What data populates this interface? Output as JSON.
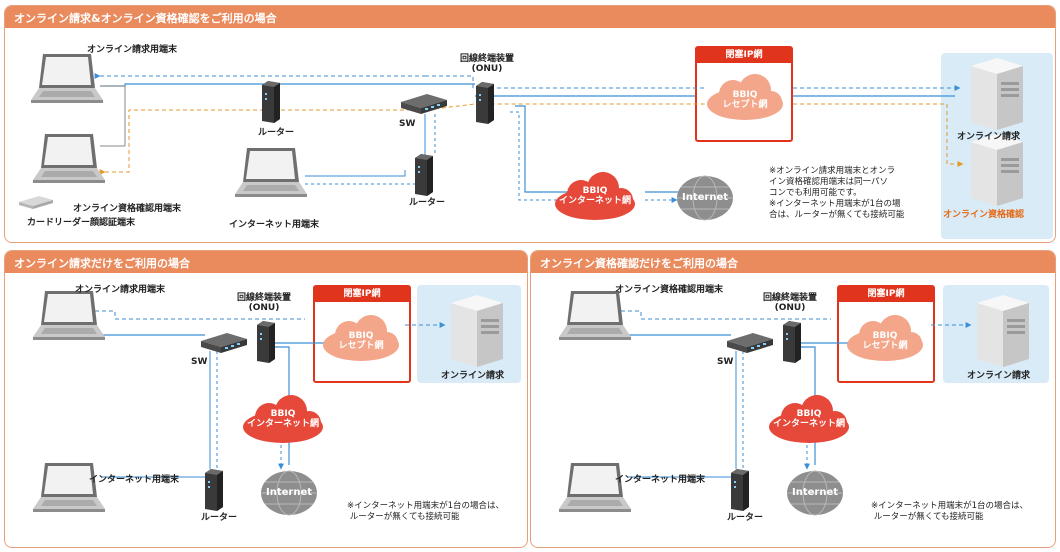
{
  "colors": {
    "header": "#ea8b5e",
    "closed_net": "#e0341c",
    "cloud_red": "#e6483a",
    "cloud_peach": "#f3a68a",
    "line_blue": "#3b8fd6",
    "line_orange": "#e59a2c",
    "server_bg": "#d8ebf7"
  },
  "top": {
    "title": "オンライン請求&オンライン資格確認をご利用の場合",
    "online_claim_terminal": "オンライン請求用端末",
    "qualification_terminal": "オンライン資格確認用端末",
    "card_reader": "カードリーダー顔認証端末",
    "router_label": "ルーター",
    "router2_label": "ルーター",
    "sw_label": "SW",
    "onu_label": "回線終端装置\n(ONU)",
    "internet_terminal": "インターネット用端末",
    "closed_ip": "閉塞IP網",
    "bbiq_recept": "BBIQ\nレセプト網",
    "bbiq_internet": "BBIQ\nインターネット網",
    "internet": "Internet",
    "server_claim": "オンライン請求",
    "server_qual": "オンライン資格確認",
    "note": "※オンライン請求用端末とオンラ\nイン資格確認用端末は同一パソ\nコンでも利用可能です。\n※インターネット用端末が1台の場\n合は、ルーターが無くても接続可能"
  },
  "left": {
    "title": "オンライン請求だけをご利用の場合",
    "terminal": "オンライン請求用端末",
    "sw_label": "SW",
    "onu_label": "回線終端装置\n(ONU)",
    "closed_ip": "閉塞IP網",
    "bbiq_recept": "BBIQ\nレセプト網",
    "server": "オンライン請求",
    "bbiq_internet": "BBIQ\nインターネット網",
    "internet": "Internet",
    "internet_terminal": "インターネット用端末",
    "router_label": "ルーター",
    "note": "※インターネット用端末が1台の場合は、\n ルーターが無くても接続可能"
  },
  "right": {
    "title": "オンライン資格確認だけをご利用の場合",
    "terminal": "オンライン資格確認用端末",
    "sw_label": "SW",
    "onu_label": "回線終端装置\n(ONU)",
    "closed_ip": "閉塞IP網",
    "bbiq_recept": "BBIQ\nレセプト網",
    "server": "オンライン請求",
    "bbiq_internet": "BBIQ\nインターネット網",
    "internet": "Internet",
    "internet_terminal": "インターネット用端末",
    "router_label": "ルーター",
    "note": "※インターネット用端末が1台の場合は、\n ルーターが無くても接続可能"
  }
}
